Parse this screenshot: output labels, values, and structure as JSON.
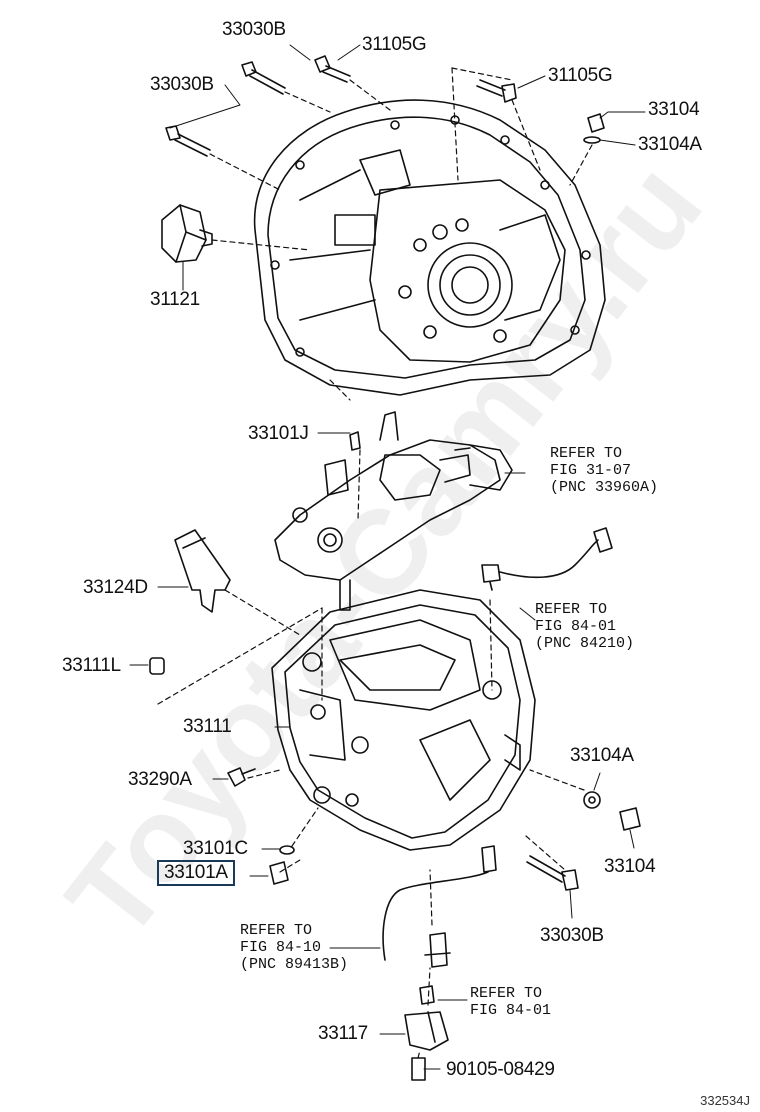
{
  "labels": {
    "p33030B_top": "33030B",
    "p31105G_top": "31105G",
    "p33030B_mid": "33030B",
    "p31105G_right": "31105G",
    "p33104_top": "33104",
    "p33104A_top": "33104A",
    "p31121": "31121",
    "p33101J": "33101J",
    "p33124D": "33124D",
    "p33111L": "33111L",
    "p33111": "33111",
    "p33290A": "33290A",
    "p33101C": "33101C",
    "p33101A": "33101A",
    "p33104A_bot": "33104A",
    "p33104_bot": "33104",
    "p33030B_bot": "33030B",
    "p33117": "33117",
    "p90105": "90105-08429"
  },
  "refs": {
    "ref_fig31": "REFER TO\nFIG 31-07\n(PNC 33960A)",
    "ref_fig84_01": "REFER TO\nFIG 84-01\n(PNC 84210)",
    "ref_fig84_10": "REFER TO\nFIG 84-10\n(PNC 89413B)",
    "ref_fig84_01b": "REFER TO\nFIG 84-01"
  },
  "highlighted_part": "33101A",
  "diagram_code": "332534J",
  "watermark": "Toyota-Camry.ru",
  "colors": {
    "ink": "#111111",
    "highlight_border": "#1a3a5a"
  }
}
